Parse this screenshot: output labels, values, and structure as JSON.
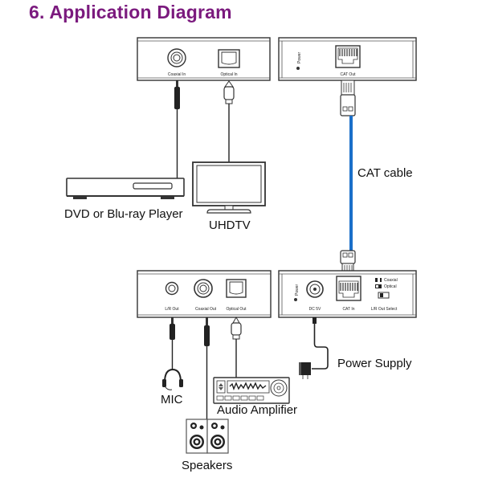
{
  "title": "6. Application Diagram",
  "colors": {
    "title": "#7b1a7e",
    "cat_cable": "#1a6fc9",
    "line": "#222222"
  },
  "transmitter_audio_panel": {
    "ports": [
      "Coaxial In",
      "Optical In"
    ]
  },
  "transmitter_cat_panel": {
    "power_label": "Power",
    "ports": [
      "CAT Out"
    ]
  },
  "receiver_audio_panel": {
    "ports": [
      "L/R Out",
      "Coaxial Out",
      "Optical Out"
    ]
  },
  "receiver_cat_panel": {
    "power_label": "Power",
    "ports": [
      "DC 5V",
      "CAT In",
      "L/R Out Select"
    ],
    "switch_legend": [
      "Coaxial",
      "Optical"
    ]
  },
  "devices": {
    "dvd_player": "DVD or Blu-ray Player",
    "tv": "UHDTV",
    "cable": "CAT cable",
    "mic": "MIC",
    "amplifier": "Audio Amplifier",
    "speakers": "Speakers",
    "power_supply": "Power Supply"
  }
}
